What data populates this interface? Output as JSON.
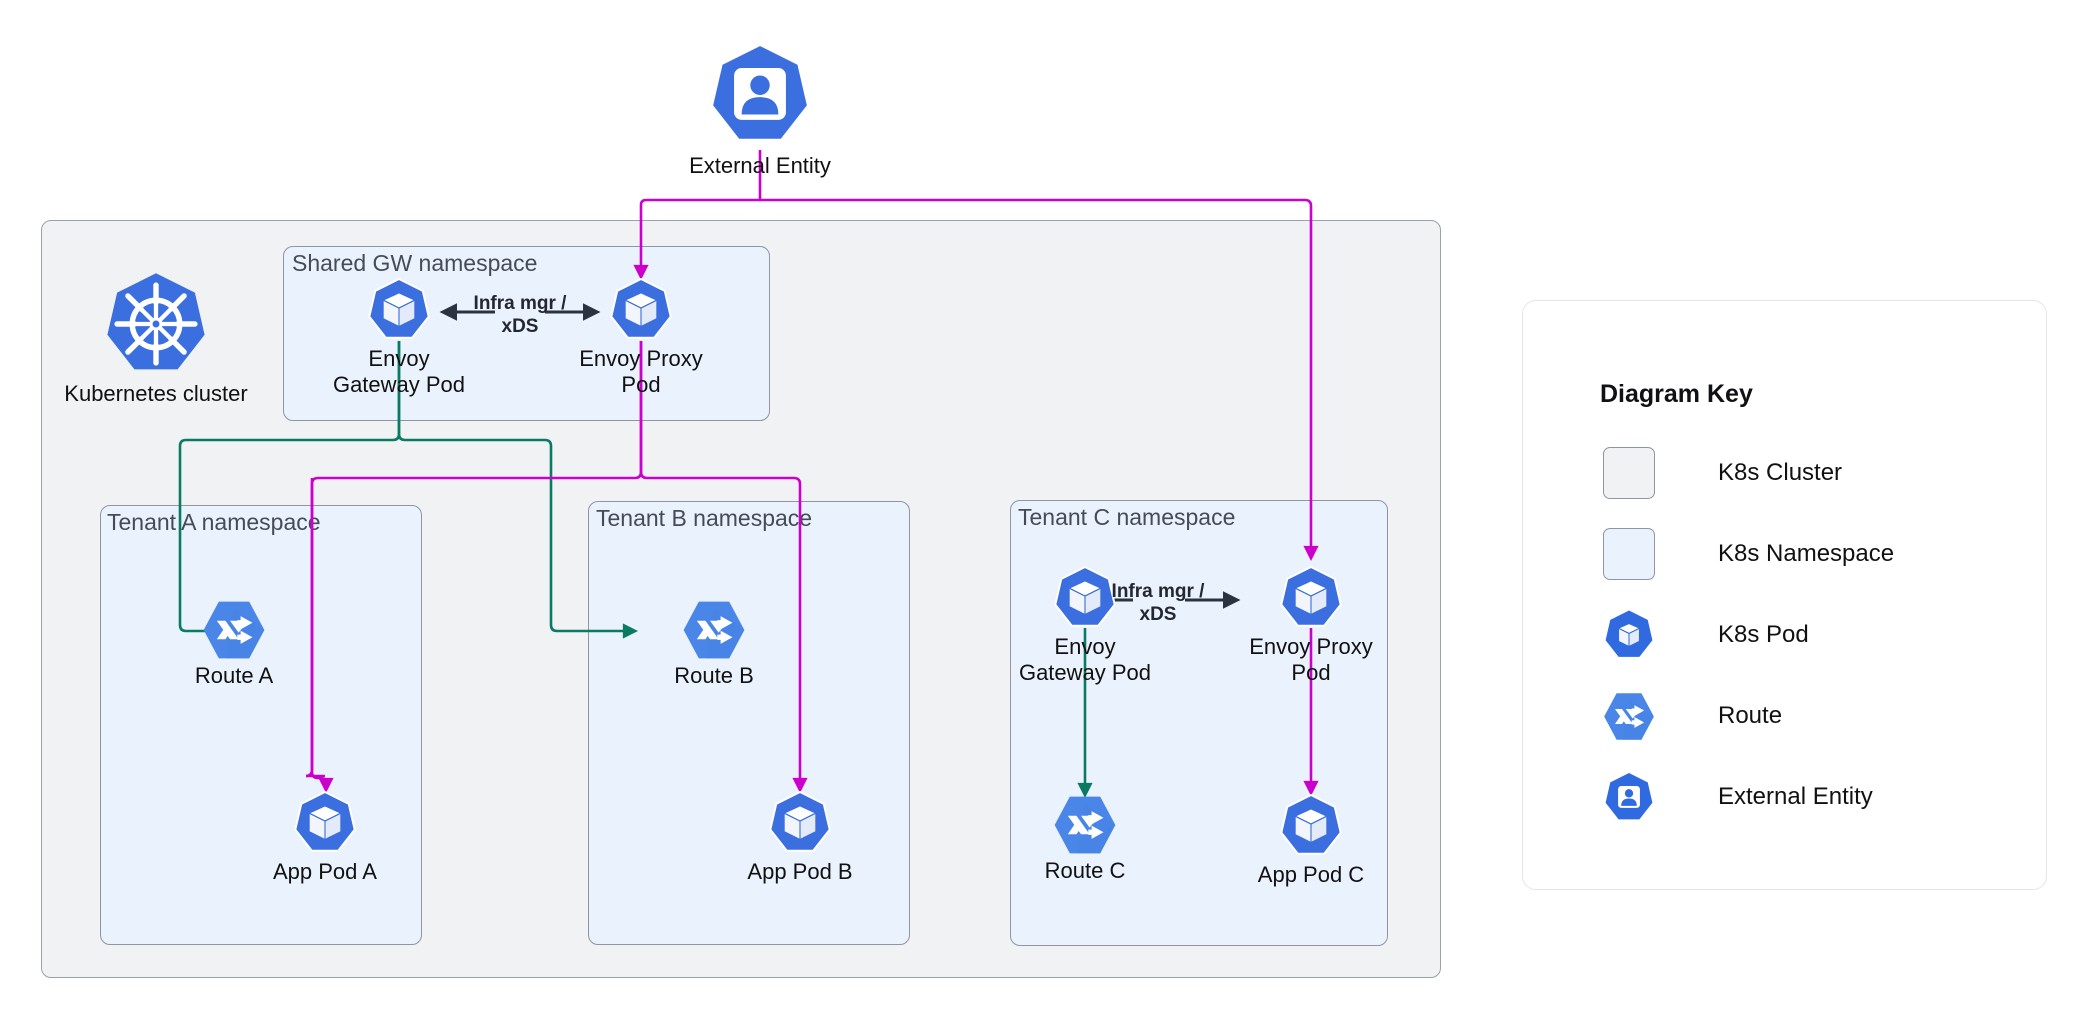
{
  "diagram": {
    "title": "Envoy Gateway multi-tenant Kubernetes topology",
    "colors": {
      "cluster_fill": "#f1f2f4",
      "cluster_border": "#9aa0ac",
      "namespace_fill": "#eaf2fd",
      "namespace_border": "#8f95a3",
      "pod_blue": "#3b6fe0",
      "route_blue": "#4a86e8",
      "edge_green": "#0b7a63",
      "edge_magenta": "#cc00cc",
      "arrow_dark": "#2c3340",
      "legend_border": "#e3e5e9"
    }
  },
  "external": {
    "label": "External Entity",
    "icon": "external-entity-icon"
  },
  "cluster": {
    "label": "Kubernetes cluster",
    "icon": "kubernetes-helm-icon"
  },
  "namespaces": [
    {
      "id": "shared-gw",
      "label": "Shared GW namespace",
      "nodes": [
        {
          "id": "shared-gw-gateway",
          "label": "Envoy\nGateway Pod",
          "icon": "k8s-pod-icon"
        },
        {
          "id": "shared-gw-proxy",
          "label": "Envoy Proxy\nPod",
          "icon": "k8s-pod-icon"
        }
      ],
      "edge_label": "Infra mgr /\nxDS"
    },
    {
      "id": "tenant-a",
      "label": "Tenant A namespace",
      "nodes": [
        {
          "id": "route-a",
          "label": "Route A",
          "icon": "route-icon"
        },
        {
          "id": "app-pod-a",
          "label": "App Pod A",
          "icon": "k8s-pod-icon"
        }
      ]
    },
    {
      "id": "tenant-b",
      "label": "Tenant B namespace",
      "nodes": [
        {
          "id": "route-b",
          "label": "Route B",
          "icon": "route-icon"
        },
        {
          "id": "app-pod-b",
          "label": "App Pod B",
          "icon": "k8s-pod-icon"
        }
      ]
    },
    {
      "id": "tenant-c",
      "label": "Tenant C namespace",
      "nodes": [
        {
          "id": "tenant-c-gateway",
          "label": "Envoy\nGateway Pod",
          "icon": "k8s-pod-icon"
        },
        {
          "id": "tenant-c-proxy",
          "label": "Envoy Proxy\nPod",
          "icon": "k8s-pod-icon"
        },
        {
          "id": "route-c",
          "label": "Route C",
          "icon": "route-icon"
        },
        {
          "id": "app-pod-c",
          "label": "App Pod C",
          "icon": "k8s-pod-icon"
        }
      ],
      "edge_label": "Infra mgr /\nxDS"
    }
  ],
  "legend": {
    "title": "Diagram Key",
    "items": [
      {
        "id": "k8s-cluster",
        "label": "K8s Cluster",
        "icon": "cluster-swatch"
      },
      {
        "id": "k8s-namespace",
        "label": "K8s Namespace",
        "icon": "namespace-swatch"
      },
      {
        "id": "k8s-pod",
        "label": "K8s Pod",
        "icon": "k8s-pod-icon"
      },
      {
        "id": "route",
        "label": "Route",
        "icon": "route-icon"
      },
      {
        "id": "external-entity",
        "label": "External Entity",
        "icon": "external-entity-icon"
      }
    ]
  },
  "edges": [
    {
      "from": "external",
      "to": "shared-gw-proxy",
      "color": "#cc00cc"
    },
    {
      "from": "external",
      "to": "tenant-c-proxy",
      "color": "#cc00cc"
    },
    {
      "from": "shared-gw-proxy",
      "to": "shared-gw-gateway",
      "label": "Infra mgr / xDS",
      "color": "#2c3340"
    },
    {
      "from": "shared-gw-gateway",
      "to": "route-a",
      "color": "#0b7a63"
    },
    {
      "from": "shared-gw-gateway",
      "to": "route-b",
      "color": "#0b7a63"
    },
    {
      "from": "shared-gw-proxy",
      "to": "app-pod-a",
      "color": "#cc00cc"
    },
    {
      "from": "shared-gw-proxy",
      "to": "app-pod-b",
      "color": "#cc00cc"
    },
    {
      "from": "tenant-c-proxy",
      "to": "tenant-c-gateway",
      "label": "Infra mgr / xDS",
      "color": "#2c3340"
    },
    {
      "from": "tenant-c-gateway",
      "to": "route-c",
      "color": "#0b7a63"
    },
    {
      "from": "tenant-c-proxy",
      "to": "app-pod-c",
      "color": "#cc00cc"
    }
  ]
}
